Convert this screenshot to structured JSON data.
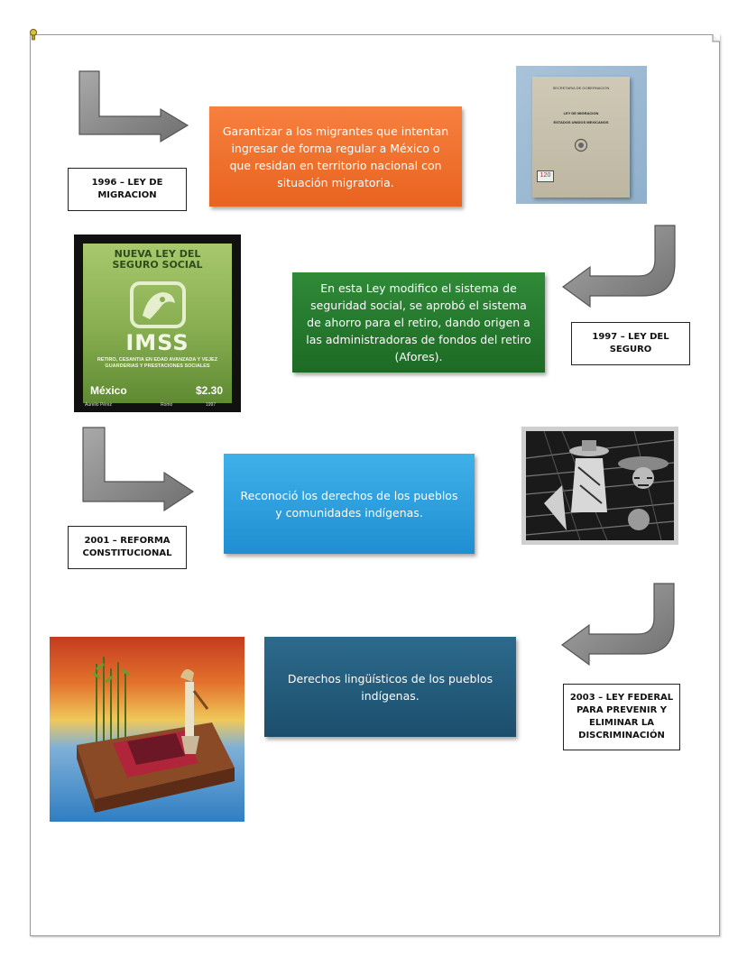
{
  "timeline": [
    {
      "label": "1996 – LEY DE\nMIGRACION",
      "description": "Garantizar a los migrantes que intentan ingresar de forma regular a México o que residan en territorio nacional con situación migratoria.",
      "color": "#ec6a28"
    },
    {
      "label": "1997 – LEY DEL\nSEGURO",
      "description": "En esta Ley modifico el sistema de seguridad social, se aprobó el sistema de ahorro para el retiro, dando origen a las administradoras de fondos del retiro (Afores).",
      "color": "#247a2c"
    },
    {
      "label": "2001 – REFORMA\nCONSTITUCIONAL",
      "description": "Reconoció los derechos de los pueblos y comunidades indígenas.",
      "color": "#2a9fe0"
    },
    {
      "label": "2003 – LEY FEDERAL\nPARA PREVENIR Y\nELIMINAR LA\nDISCRIMINACIÓN",
      "description": "Derechos lingüísticos de los pueblos indígenas.",
      "color": "#215a7c"
    }
  ],
  "images": {
    "book": {
      "line1": "SECRETARIA DE GOBERNACION",
      "line2": "LEY DE MIGRACION",
      "line3": "ESTADOS UNIDOS MEXICANOS",
      "number": "120"
    },
    "stamp": {
      "title": "NUEVA LEY DEL SEGURO SOCIAL",
      "brand": "IMSS",
      "services": "RETIRO, CESANTIA EN EDAD AVANZADA Y VEJEZ GUARDERIAS Y PRESTACIONES SOCIALES",
      "country": "México",
      "price": "$2.30",
      "artist": "Aurelio Pérez",
      "designer": "Romo",
      "year": "1997"
    }
  }
}
